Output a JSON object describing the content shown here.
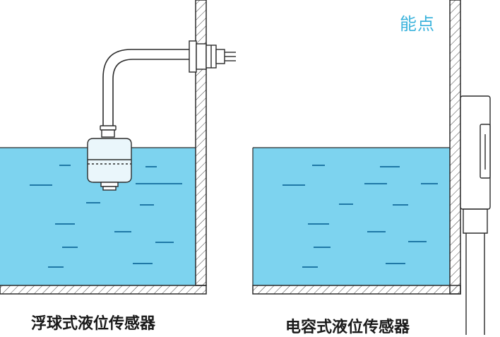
{
  "brand": {
    "text": "能点",
    "color": "#3bb3dc"
  },
  "captions": {
    "left": "浮球式液位传感器",
    "right": "电容式液位传感器"
  },
  "colors": {
    "water": "#7dd3ef",
    "water_dash": "#1f78a6",
    "outline": "#2b2b2b",
    "hatch": "#444444"
  },
  "icons": {
    "float_sensor": "float-ball-sensor-icon",
    "capacitive_sensor": "capacitive-probe-icon"
  }
}
